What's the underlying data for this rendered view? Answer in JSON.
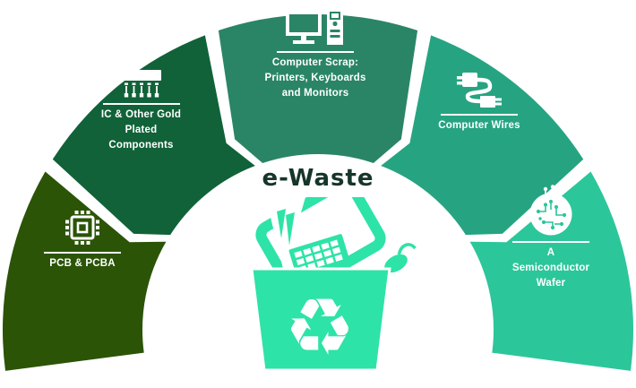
{
  "center": {
    "title": "e-Waste",
    "title_color": "#16352B",
    "bin_color": "#2EE3A7",
    "recycle_glyph": "♻"
  },
  "segments": [
    {
      "id": "pcb",
      "label": "PCB & PCBA",
      "lines": [
        "PCB & PCBA"
      ],
      "color": "#2B5407",
      "icon": "chip-icon"
    },
    {
      "id": "ic",
      "label": "IC & Other Gold Plated Components",
      "lines": [
        "IC & Other Gold",
        "Plated",
        "Components"
      ],
      "color": "#116239",
      "icon": "ic-chip-icon"
    },
    {
      "id": "computer-scrap",
      "label": "Computer Scrap: Printers, Keyboards and Monitors",
      "lines": [
        "Computer Scrap:",
        "Printers, Keyboards",
        "and Monitors"
      ],
      "color": "#2A8566",
      "icon": "computer-icon"
    },
    {
      "id": "computer-wires",
      "label": "Computer Wires",
      "lines": [
        "Computer Wires"
      ],
      "color": "#26A482",
      "icon": "usb-cable-icon"
    },
    {
      "id": "semiconductor-wafer",
      "label": "A Semiconductor Wafer",
      "lines": [
        "A",
        "Semiconductor",
        "Wafer"
      ],
      "color": "#2CC69B",
      "icon": "wafer-icon"
    }
  ]
}
